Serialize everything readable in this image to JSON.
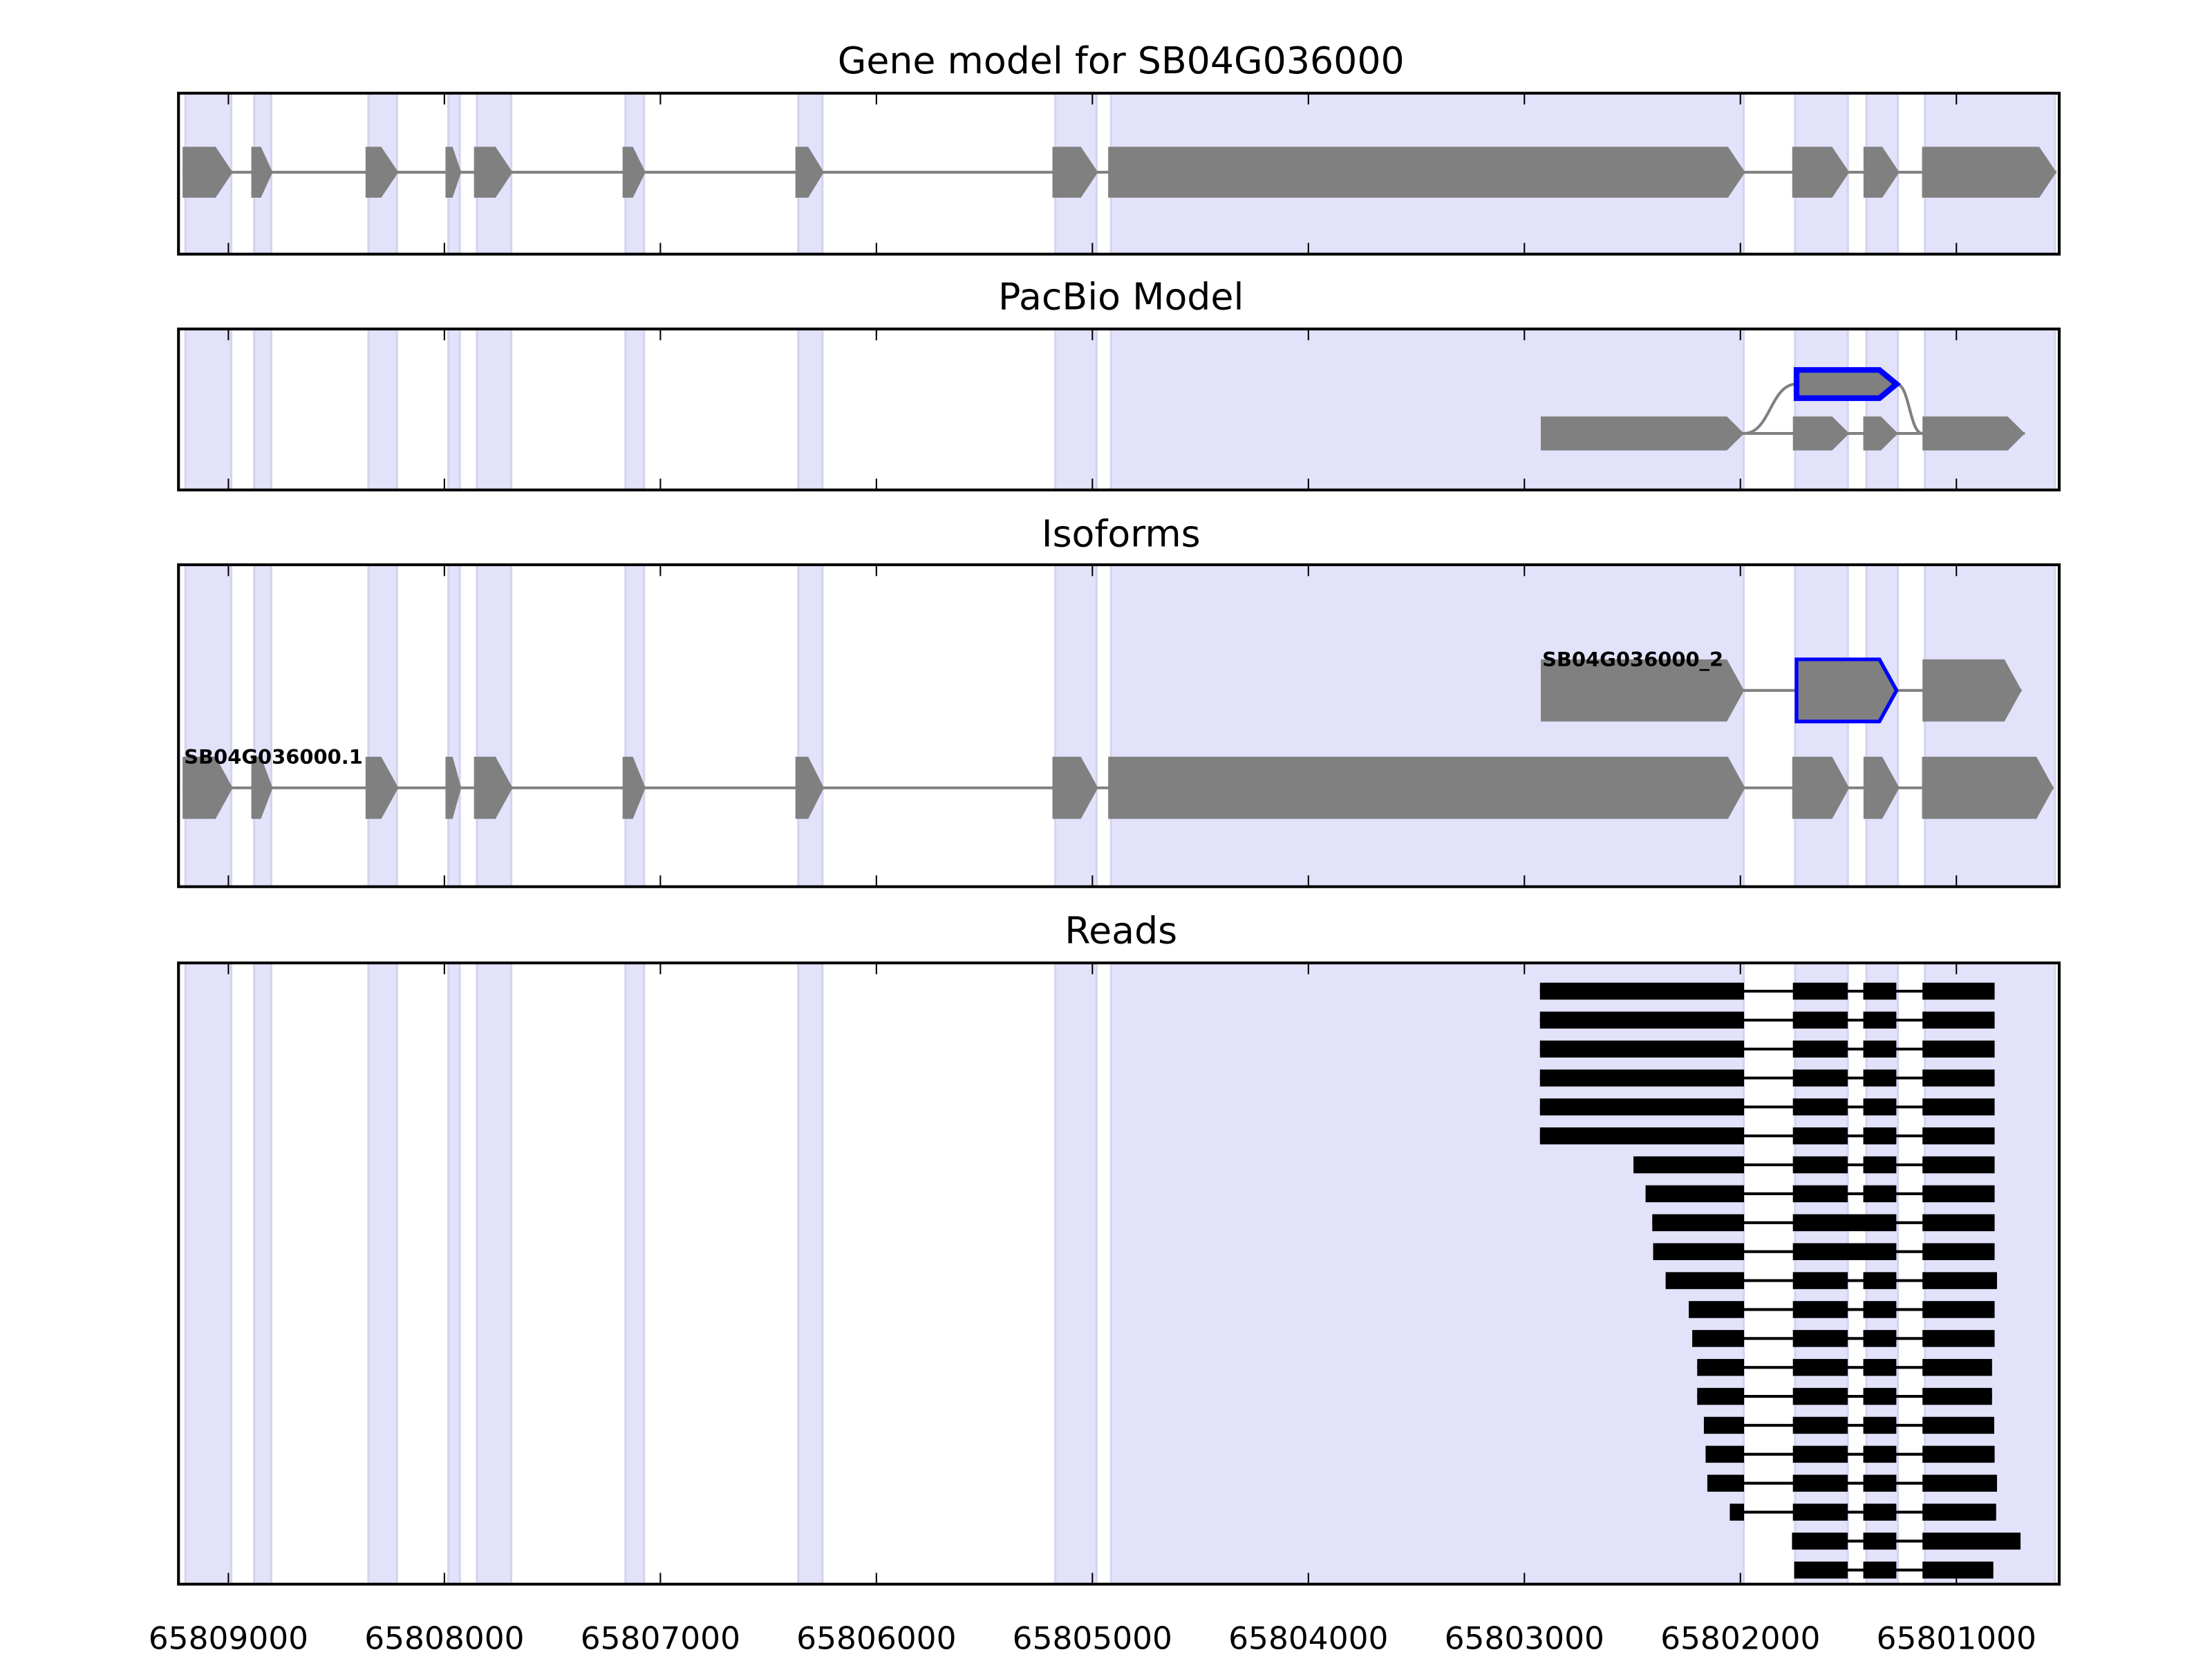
{
  "chart_data": {
    "type": "gene-track",
    "xlim": [
      65809231,
      65800524
    ],
    "x_ticks": [
      65809000,
      65808000,
      65807000,
      65806000,
      65805000,
      65804000,
      65803000,
      65802000,
      65801000
    ],
    "x_tick_labels": [
      "65809000",
      "65808000",
      "65807000",
      "65806000",
      "65805000",
      "65804000",
      "65803000",
      "65802000",
      "65801000"
    ],
    "shade_color": "#e2e2fb",
    "exon_color": "#808080",
    "highlight_color": "#0000ff",
    "read_color": "#000000",
    "panels": [
      {
        "title": "Gene model for SB04G036000"
      },
      {
        "title": "PacBio Model"
      },
      {
        "title": "Isoforms"
      },
      {
        "title": "Reads"
      }
    ],
    "gene_model_exons": [
      [
        65809212,
        65808980
      ],
      [
        65808894,
        65808795
      ],
      [
        65808365,
        65808213
      ],
      [
        65807995,
        65807922
      ],
      [
        65807863,
        65807684
      ],
      [
        65807175,
        65807069
      ],
      [
        65806375,
        65806243
      ],
      [
        65805185,
        65804974
      ],
      [
        65804927,
        65801978
      ],
      [
        65801760,
        65801496
      ],
      [
        65801430,
        65801264
      ],
      [
        65801159,
        65800537
      ]
    ],
    "pacbio_model": {
      "main_exons": [
        [
          65802924,
          65801983
        ],
        [
          65801757,
          65801496
        ],
        [
          65801431,
          65801270
        ],
        [
          65801157,
          65800683
        ]
      ],
      "retained_intron_exon": [
        65801740,
        65801277
      ]
    },
    "isoforms": [
      {
        "name": "SB04G036000_2",
        "exons": [
          [
            65802924,
            65801983
          ],
          [
            65801740,
            65801277
          ],
          [
            65801157,
            65800698
          ]
        ],
        "highlight_exon": 1
      },
      {
        "name": "SB04G036000.1",
        "exons": [
          [
            65809212,
            65808980
          ],
          [
            65808894,
            65808795
          ],
          [
            65808365,
            65808213
          ],
          [
            65807995,
            65807922
          ],
          [
            65807863,
            65807684
          ],
          [
            65807175,
            65807069
          ],
          [
            65806375,
            65806243
          ],
          [
            65805185,
            65804974
          ],
          [
            65804927,
            65801978
          ],
          [
            65801760,
            65801496
          ],
          [
            65801430,
            65801264
          ],
          [
            65801159,
            65800550
          ]
        ],
        "highlight_exon": -1
      }
    ],
    "reads": [
      [
        [
          65802928,
          65801983
        ],
        [
          65801757,
          65801503
        ],
        [
          65801431,
          65801278
        ],
        [
          65801157,
          65800823
        ]
      ],
      [
        [
          65802928,
          65801983
        ],
        [
          65801757,
          65801503
        ],
        [
          65801431,
          65801278
        ],
        [
          65801157,
          65800823
        ]
      ],
      [
        [
          65802928,
          65801983
        ],
        [
          65801757,
          65801503
        ],
        [
          65801431,
          65801278
        ],
        [
          65801157,
          65800823
        ]
      ],
      [
        [
          65802928,
          65801983
        ],
        [
          65801757,
          65801503
        ],
        [
          65801431,
          65801278
        ],
        [
          65801157,
          65800823
        ]
      ],
      [
        [
          65802928,
          65801983
        ],
        [
          65801757,
          65801503
        ],
        [
          65801431,
          65801278
        ],
        [
          65801157,
          65800823
        ]
      ],
      [
        [
          65802928,
          65801983
        ],
        [
          65801757,
          65801503
        ],
        [
          65801431,
          65801278
        ],
        [
          65801157,
          65800823
        ]
      ],
      [
        [
          65802495,
          65801983
        ],
        [
          65801757,
          65801503
        ],
        [
          65801431,
          65801278
        ],
        [
          65801157,
          65800823
        ]
      ],
      [
        [
          65802439,
          65801983
        ],
        [
          65801757,
          65801503
        ],
        [
          65801431,
          65801278
        ],
        [
          65801157,
          65800823
        ]
      ],
      [
        [
          65802408,
          65801983
        ],
        [
          65801757,
          65801278
        ],
        [
          65801157,
          65800823
        ]
      ],
      [
        [
          65802404,
          65801983
        ],
        [
          65801757,
          65801278
        ],
        [
          65801157,
          65800823
        ]
      ],
      [
        [
          65802346,
          65801983
        ],
        [
          65801757,
          65801503
        ],
        [
          65801431,
          65801278
        ],
        [
          65801157,
          65800812
        ]
      ],
      [
        [
          65802239,
          65801983
        ],
        [
          65801757,
          65801503
        ],
        [
          65801431,
          65801278
        ],
        [
          65801157,
          65800823
        ]
      ],
      [
        [
          65802223,
          65801983
        ],
        [
          65801757,
          65801503
        ],
        [
          65801431,
          65801278
        ],
        [
          65801157,
          65800823
        ]
      ],
      [
        [
          65802200,
          65801983
        ],
        [
          65801757,
          65801503
        ],
        [
          65801431,
          65801278
        ],
        [
          65801157,
          65800835
        ]
      ],
      [
        [
          65802200,
          65801983
        ],
        [
          65801757,
          65801503
        ],
        [
          65801431,
          65801278
        ],
        [
          65801157,
          65800835
        ]
      ],
      [
        [
          65802169,
          65801983
        ],
        [
          65801757,
          65801503
        ],
        [
          65801431,
          65801278
        ],
        [
          65801157,
          65800825
        ]
      ],
      [
        [
          65802161,
          65801983
        ],
        [
          65801757,
          65801503
        ],
        [
          65801431,
          65801278
        ],
        [
          65801157,
          65800823
        ]
      ],
      [
        [
          65802153,
          65801983
        ],
        [
          65801757,
          65801503
        ],
        [
          65801431,
          65801278
        ],
        [
          65801157,
          65800812
        ]
      ],
      [
        [
          65802049,
          65801983
        ],
        [
          65801757,
          65801503
        ],
        [
          65801431,
          65801278
        ],
        [
          65801157,
          65800816
        ]
      ],
      [
        [
          65801761,
          65801503
        ],
        [
          65801431,
          65801278
        ],
        [
          65801157,
          65800703
        ]
      ],
      [
        [
          65801751,
          65801503
        ],
        [
          65801431,
          65801278
        ],
        [
          65801157,
          65800829
        ]
      ]
    ]
  }
}
